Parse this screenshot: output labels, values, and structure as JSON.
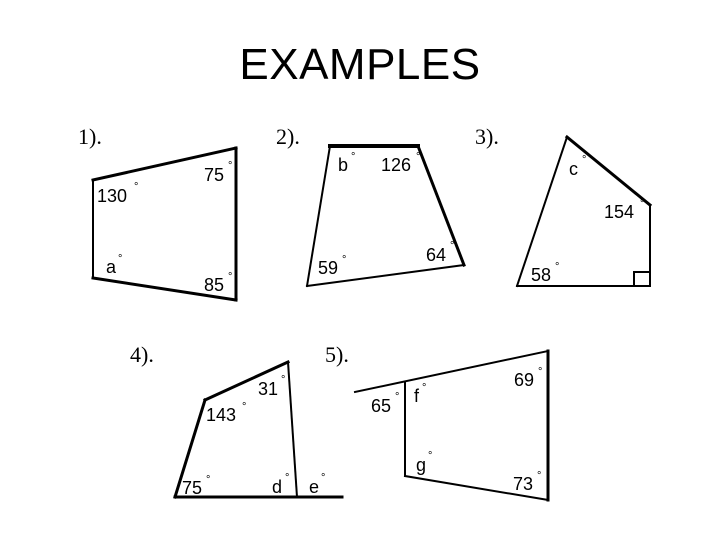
{
  "title": "EXAMPLES",
  "degree_symbol": "°",
  "figures": [
    {
      "number": "1).",
      "angles": [
        {
          "label": "130"
        },
        {
          "label": "75"
        },
        {
          "label": "a"
        },
        {
          "label": "85"
        }
      ]
    },
    {
      "number": "2).",
      "angles": [
        {
          "label": "b"
        },
        {
          "label": "126"
        },
        {
          "label": "59"
        },
        {
          "label": "64"
        }
      ]
    },
    {
      "number": "3).",
      "angles": [
        {
          "label": "c"
        },
        {
          "label": "154"
        },
        {
          "label": "58"
        }
      ]
    },
    {
      "number": "4).",
      "angles": [
        {
          "label": "143"
        },
        {
          "label": "31"
        },
        {
          "label": "75"
        },
        {
          "label": "d"
        },
        {
          "label": "e"
        }
      ]
    },
    {
      "number": "5).",
      "angles": [
        {
          "label": "65"
        },
        {
          "label": "f"
        },
        {
          "label": "69"
        },
        {
          "label": "g"
        },
        {
          "label": "73"
        }
      ]
    }
  ]
}
